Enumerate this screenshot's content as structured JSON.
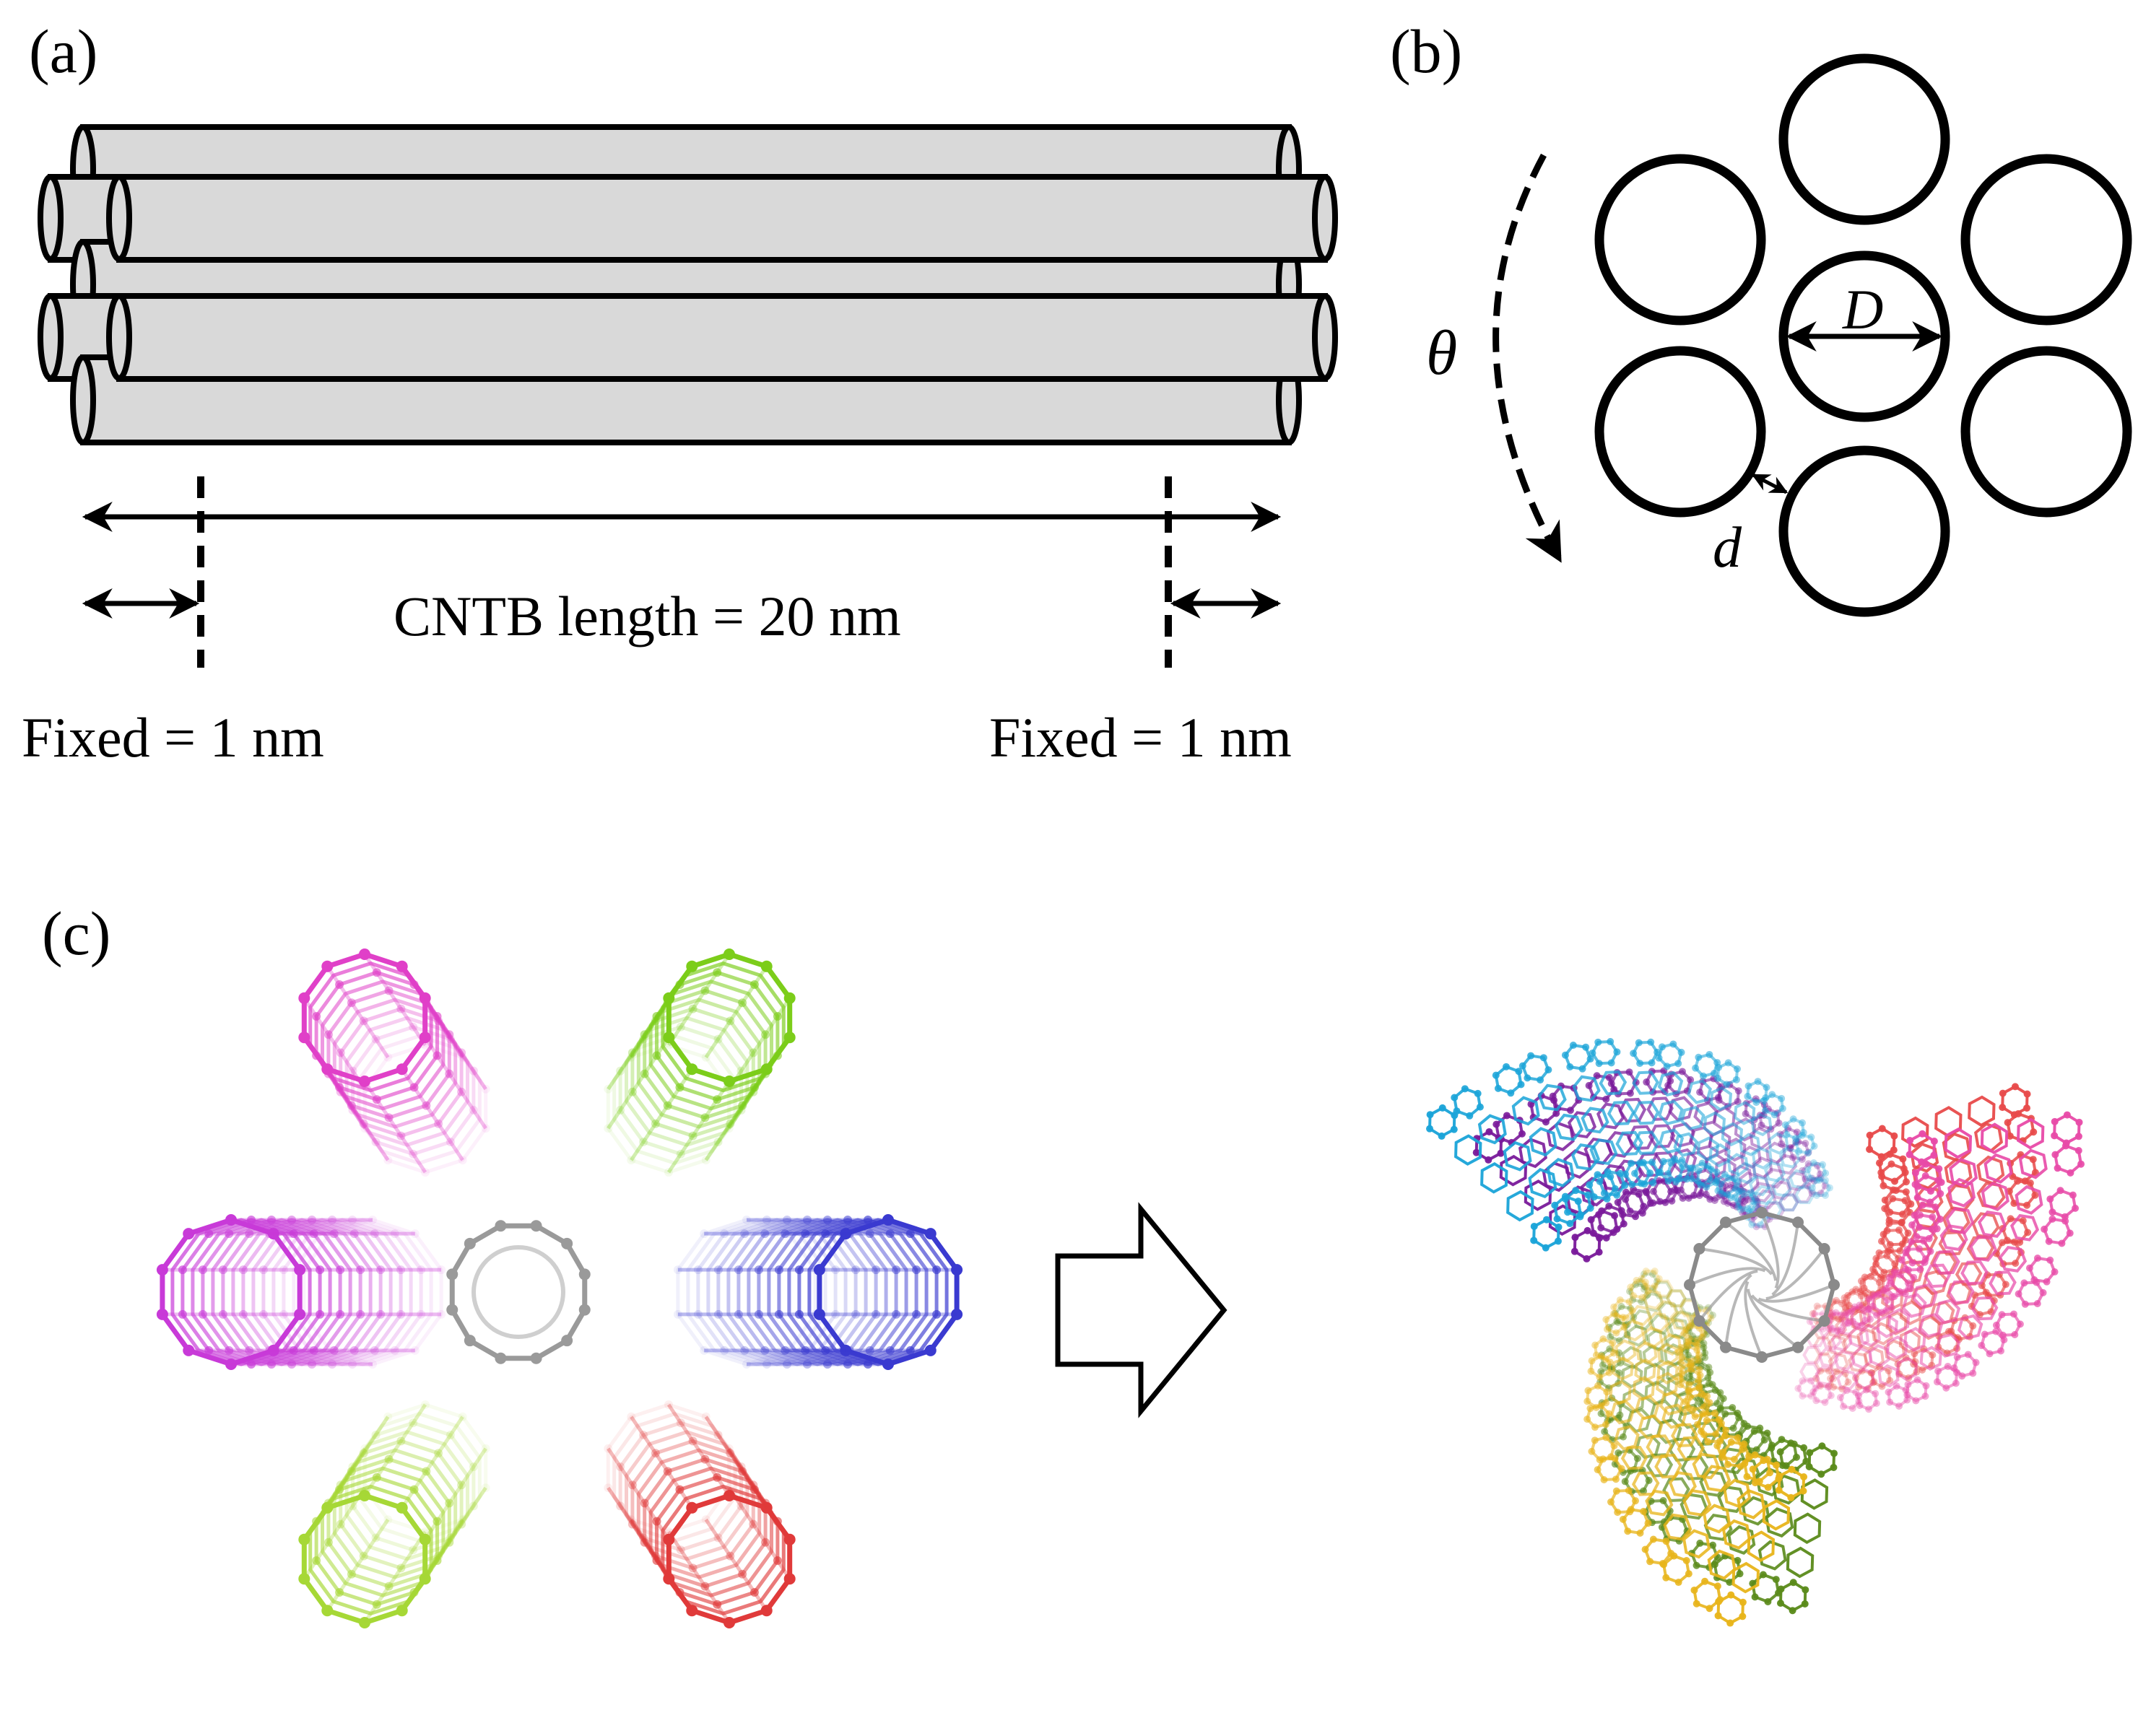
{
  "panels": {
    "a": {
      "label": "(a)",
      "length_label": "CNTB length = 20 nm",
      "fixed_left_label": "Fixed = 1 nm",
      "fixed_right_label": "Fixed = 1 nm"
    },
    "b": {
      "label": "(b)",
      "theta_symbol": "θ",
      "diameter_symbol": "D",
      "gap_symbol": "d"
    },
    "c": {
      "label": "(c)"
    }
  },
  "colors": {
    "tube_fill": "#d9d9d9",
    "stroke": "#000000",
    "tube_magenta_top": "#e040c8",
    "tube_green_top": "#7ccd1a",
    "tube_magenta_left": "#c83ad8",
    "tube_gray_center": "#9a9a9a",
    "tube_blue": "#3a3ad0",
    "tube_lime_bottom": "#a6d836",
    "tube_red": "#e03a3a",
    "twist_olive": "#5a8a1a",
    "twist_pink": "#e84aa8",
    "twist_cyan": "#1aa4d8",
    "twist_purple": "#7a1a9a",
    "twist_red": "#e84a4a",
    "twist_yellow": "#e8b41a"
  },
  "icons": {
    "transition_arrow": "right-arrow-outline-icon"
  }
}
